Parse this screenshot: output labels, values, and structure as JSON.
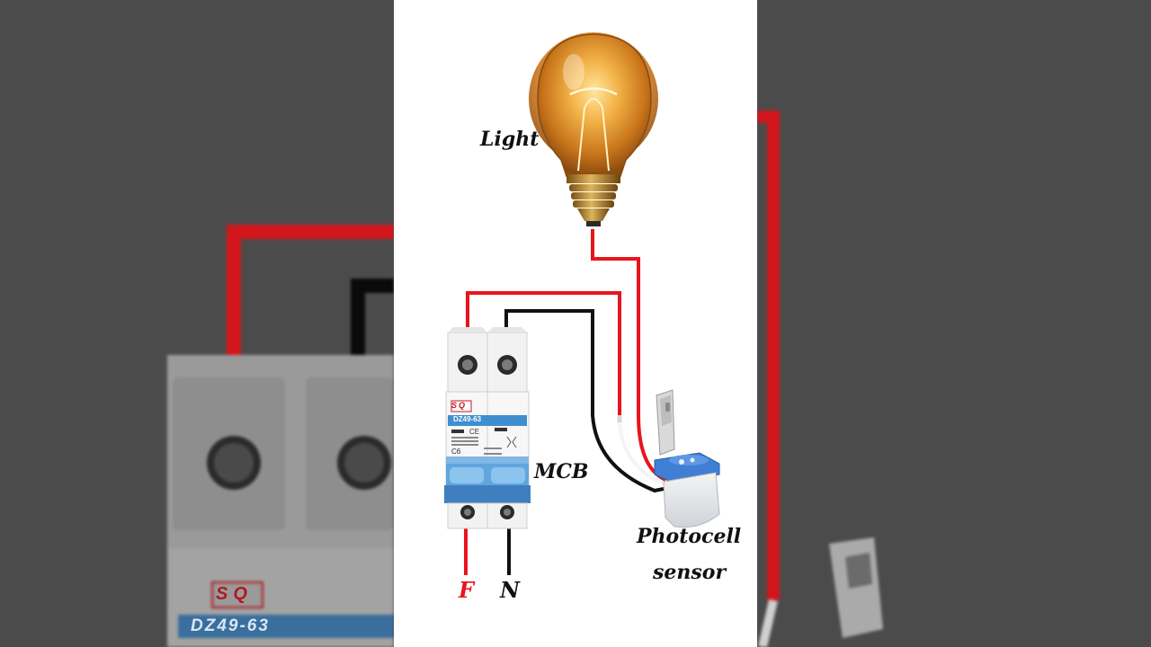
{
  "labels": {
    "light": "Light",
    "mcb": "MCB",
    "photocell_line1": "Photocell",
    "photocell_line2": "sensor",
    "phase": "F",
    "neutral": "N"
  },
  "mcb_device": {
    "brand": "SQ",
    "model": "DZ49-63",
    "rating": "C6",
    "ce_mark": "CE"
  },
  "colors": {
    "phase_wire": "#e8141c",
    "neutral_wire": "#111111",
    "sensor_white_wire": "#f4f4f4",
    "mcb_blue": "#3f8fd0",
    "bulb_glow": "#f0a030"
  },
  "icons": [
    "light-bulb-icon",
    "mcb-breaker-icon",
    "photocell-sensor-icon"
  ]
}
